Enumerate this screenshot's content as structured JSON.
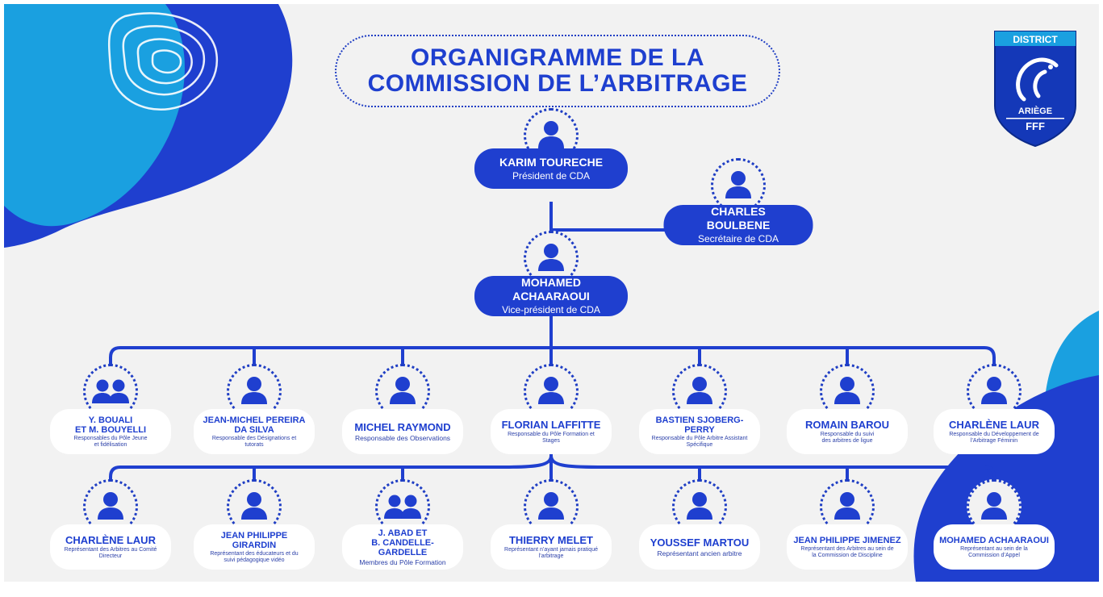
{
  "title": {
    "line1": "ORGANIGRAMME DE LA",
    "line2": "COMMISSION DE L’ARBITRAGE"
  },
  "logo": {
    "top_text": "DISTRICT",
    "mid_text": "ARIÈGE",
    "bottom_text": "FFF",
    "icon": "rooster-icon"
  },
  "colors": {
    "primary": "#1f3fcf",
    "background": "#f2f2f2",
    "accent_light": "#1aa0e0",
    "card": "#ffffff"
  },
  "president": {
    "name": "KARIM TOURECHE",
    "role": "Président de CDA",
    "icon": "person-icon"
  },
  "secretary": {
    "name": "CHARLES BOULBENE",
    "role": "Secrétaire de CDA",
    "icon": "person-icon"
  },
  "vice_president": {
    "name": "MOHAMED ACHAARAOUI",
    "role": "Vice-président de CDA",
    "icon": "person-icon"
  },
  "row1": [
    {
      "name": "Y. BOUALI\nET M. BOUYELLI",
      "role": "Responsables du Pôle Jeune\net fidélisation",
      "icon": "group-icon"
    },
    {
      "name": "JEAN-MICHEL PEREIRA DA SILVA",
      "role": "Responsable des Désignations et\ntutorats",
      "icon": "person-icon"
    },
    {
      "name": "MICHEL RAYMOND",
      "role": "Responsable des Observations",
      "icon": "person-icon"
    },
    {
      "name": "FLORIAN LAFFITTE",
      "role": "Responsable du Pôle Formation et\nStages",
      "icon": "person-icon"
    },
    {
      "name": "BASTIEN SJOBERG-PERRY",
      "role": "Responsable du Pôle Arbitre Assistant\nSpécifique",
      "icon": "person-icon"
    },
    {
      "name": "ROMAIN BAROU",
      "role": "Responsable du suivi\ndes arbitres de ligue",
      "icon": "person-icon"
    },
    {
      "name": "CHARLÈNE LAUR",
      "role": "Responsable du Développement de\nl’Arbitrage Féminin",
      "icon": "person-icon"
    }
  ],
  "row2": [
    {
      "name": "CHARLÈNE LAUR",
      "role": "Représentant des Arbitres au Comité\nDirecteur",
      "icon": "person-icon"
    },
    {
      "name": "JEAN PHILIPPE GIRARDIN",
      "role": "Représentant des éducateurs et du\nsuivi pédagogique vidéo",
      "icon": "person-icon"
    },
    {
      "name": "J. ABAD ET\nB. CANDELLE-GARDELLE",
      "role": "Membres du Pôle Formation",
      "icon": "group-icon"
    },
    {
      "name": "THIERRY MELET",
      "role": "Représentant n’ayant jamais pratiqué\nl’arbitrage",
      "icon": "person-icon"
    },
    {
      "name": "YOUSSEF MARTOU",
      "role": "Représentant ancien arbitre",
      "icon": "person-icon"
    },
    {
      "name": "JEAN PHILIPPE JIMENEZ",
      "role": "Représentant des Arbitres au sein de\nla Commission de Discipline",
      "icon": "person-icon"
    },
    {
      "name": "MOHAMED ACHAARAOUI",
      "role": "Représentant au sein de la\nCommission d’Appel",
      "icon": "person-icon"
    }
  ]
}
